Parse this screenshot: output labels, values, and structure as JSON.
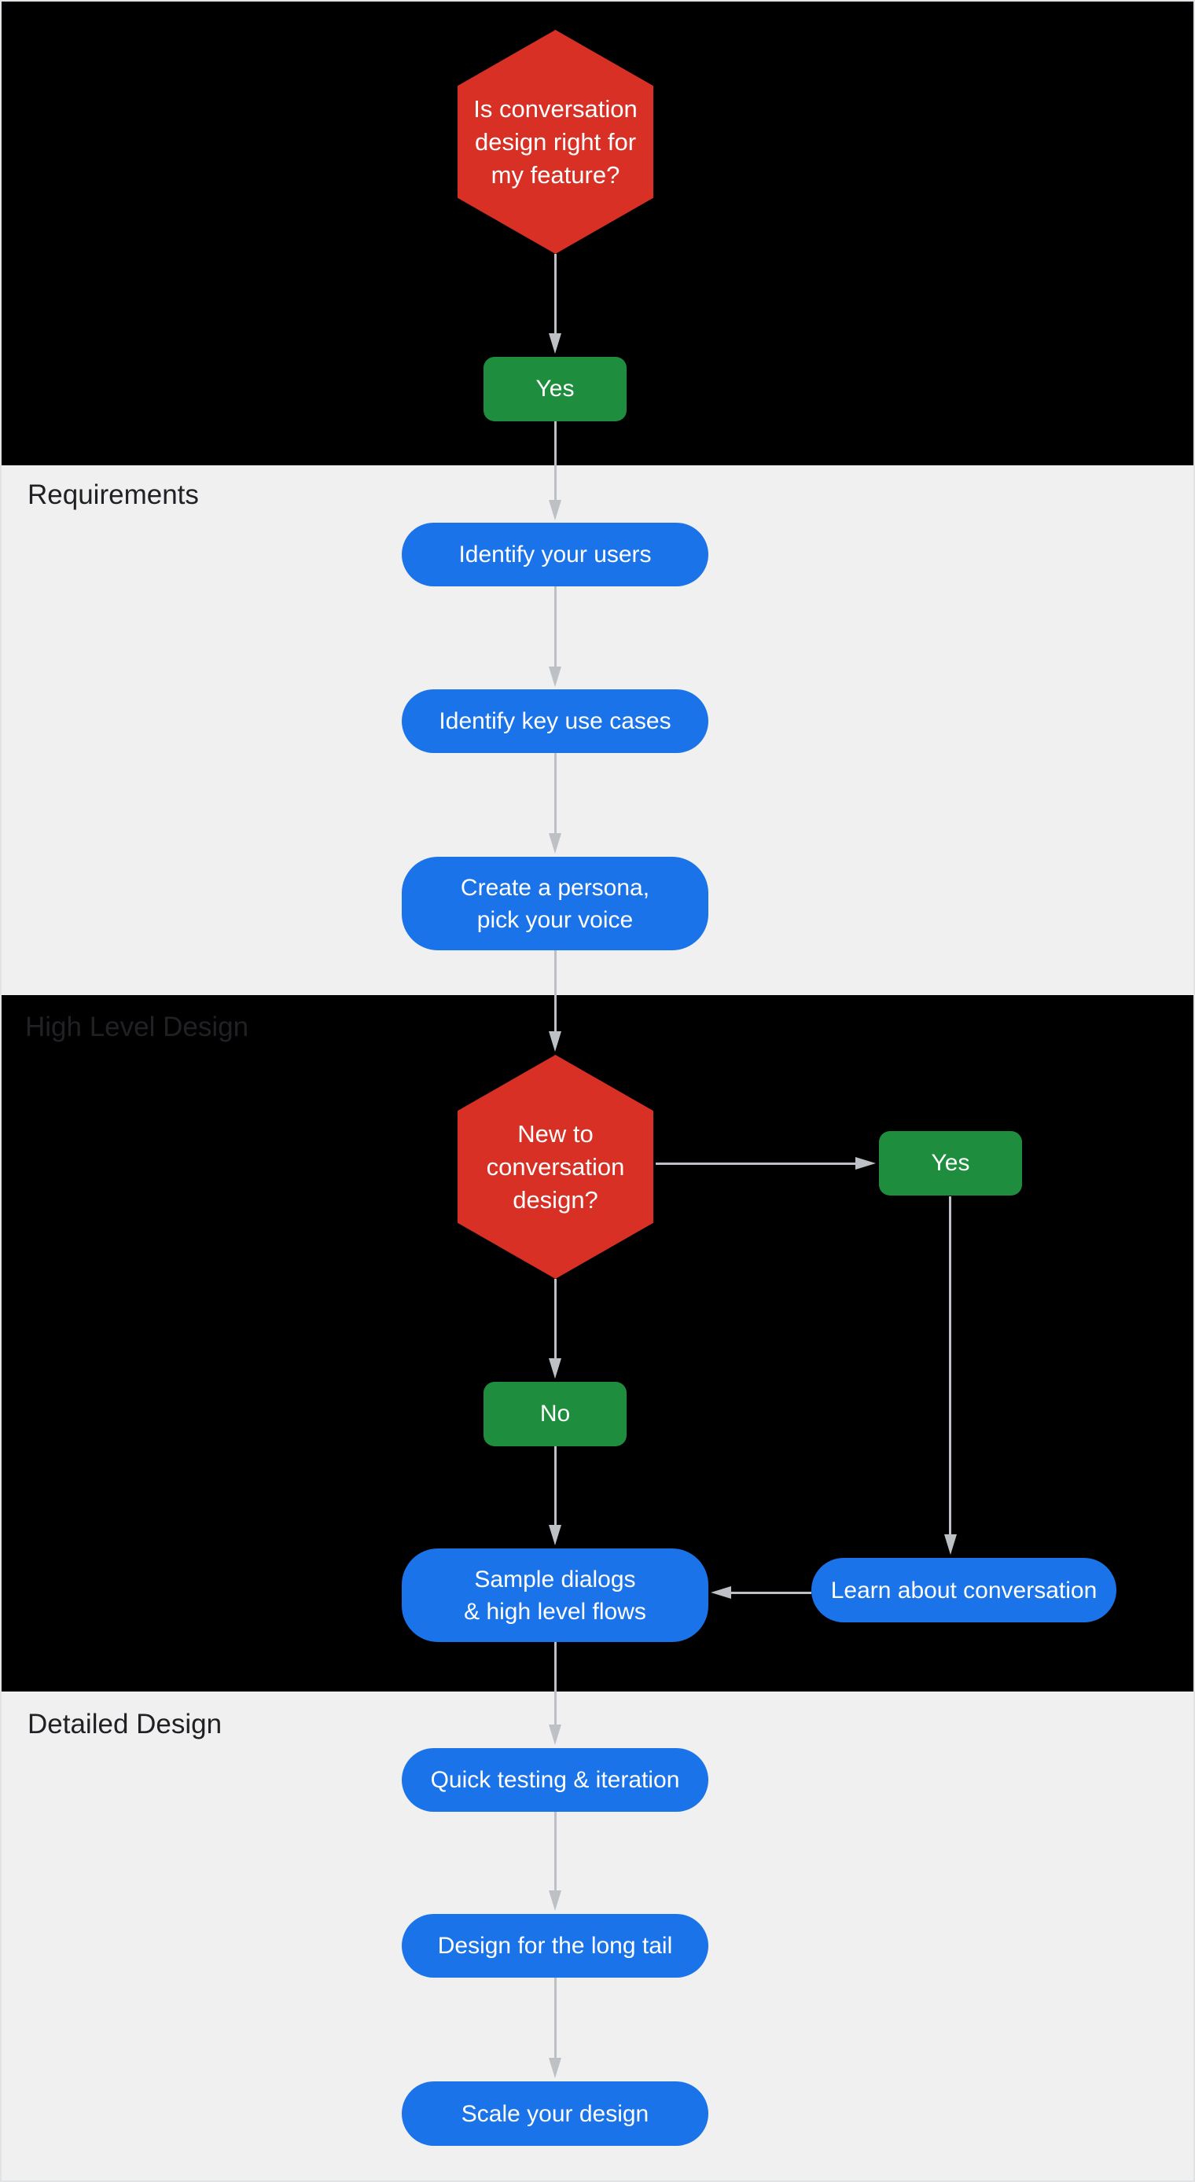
{
  "colors": {
    "canvas-black": "#000000",
    "canvas-light": "#f0f0f0",
    "node-red": "#d93025",
    "node-green": "#1e8e3e",
    "node-blue": "#1a73e8",
    "node-text": "#ffffff",
    "section-label": "#202124",
    "arrow": "#bdc1c6",
    "border": "#e1e3e6"
  },
  "sections": {
    "requirements": {
      "label": "Requirements"
    },
    "high_level_design": {
      "label": "High Level Design"
    },
    "detailed_design": {
      "label": "Detailed Design"
    }
  },
  "nodes": {
    "q_feature": {
      "type": "decision",
      "label": "Is conversation\ndesign right for\nmy feature?"
    },
    "yes_1": {
      "type": "answer",
      "label": "Yes"
    },
    "identify_users": {
      "type": "step",
      "label": "Identify your users"
    },
    "identify_use_cases": {
      "type": "step",
      "label": "Identify key use cases"
    },
    "create_persona": {
      "type": "step",
      "label": "Create a persona,\npick your voice"
    },
    "q_new": {
      "type": "decision",
      "label": "New to\nconversation\ndesign?"
    },
    "yes_2": {
      "type": "answer",
      "label": "Yes"
    },
    "no_1": {
      "type": "answer",
      "label": "No"
    },
    "learn_conversation": {
      "type": "step",
      "label": "Learn about conversation"
    },
    "sample_dialogs": {
      "type": "step",
      "label": "Sample dialogs\n& high level flows"
    },
    "quick_testing": {
      "type": "step",
      "label": "Quick testing & iteration"
    },
    "design_long_tail": {
      "type": "step",
      "label": "Design for the long tail"
    },
    "scale_design": {
      "type": "step",
      "label": "Scale your design"
    }
  }
}
